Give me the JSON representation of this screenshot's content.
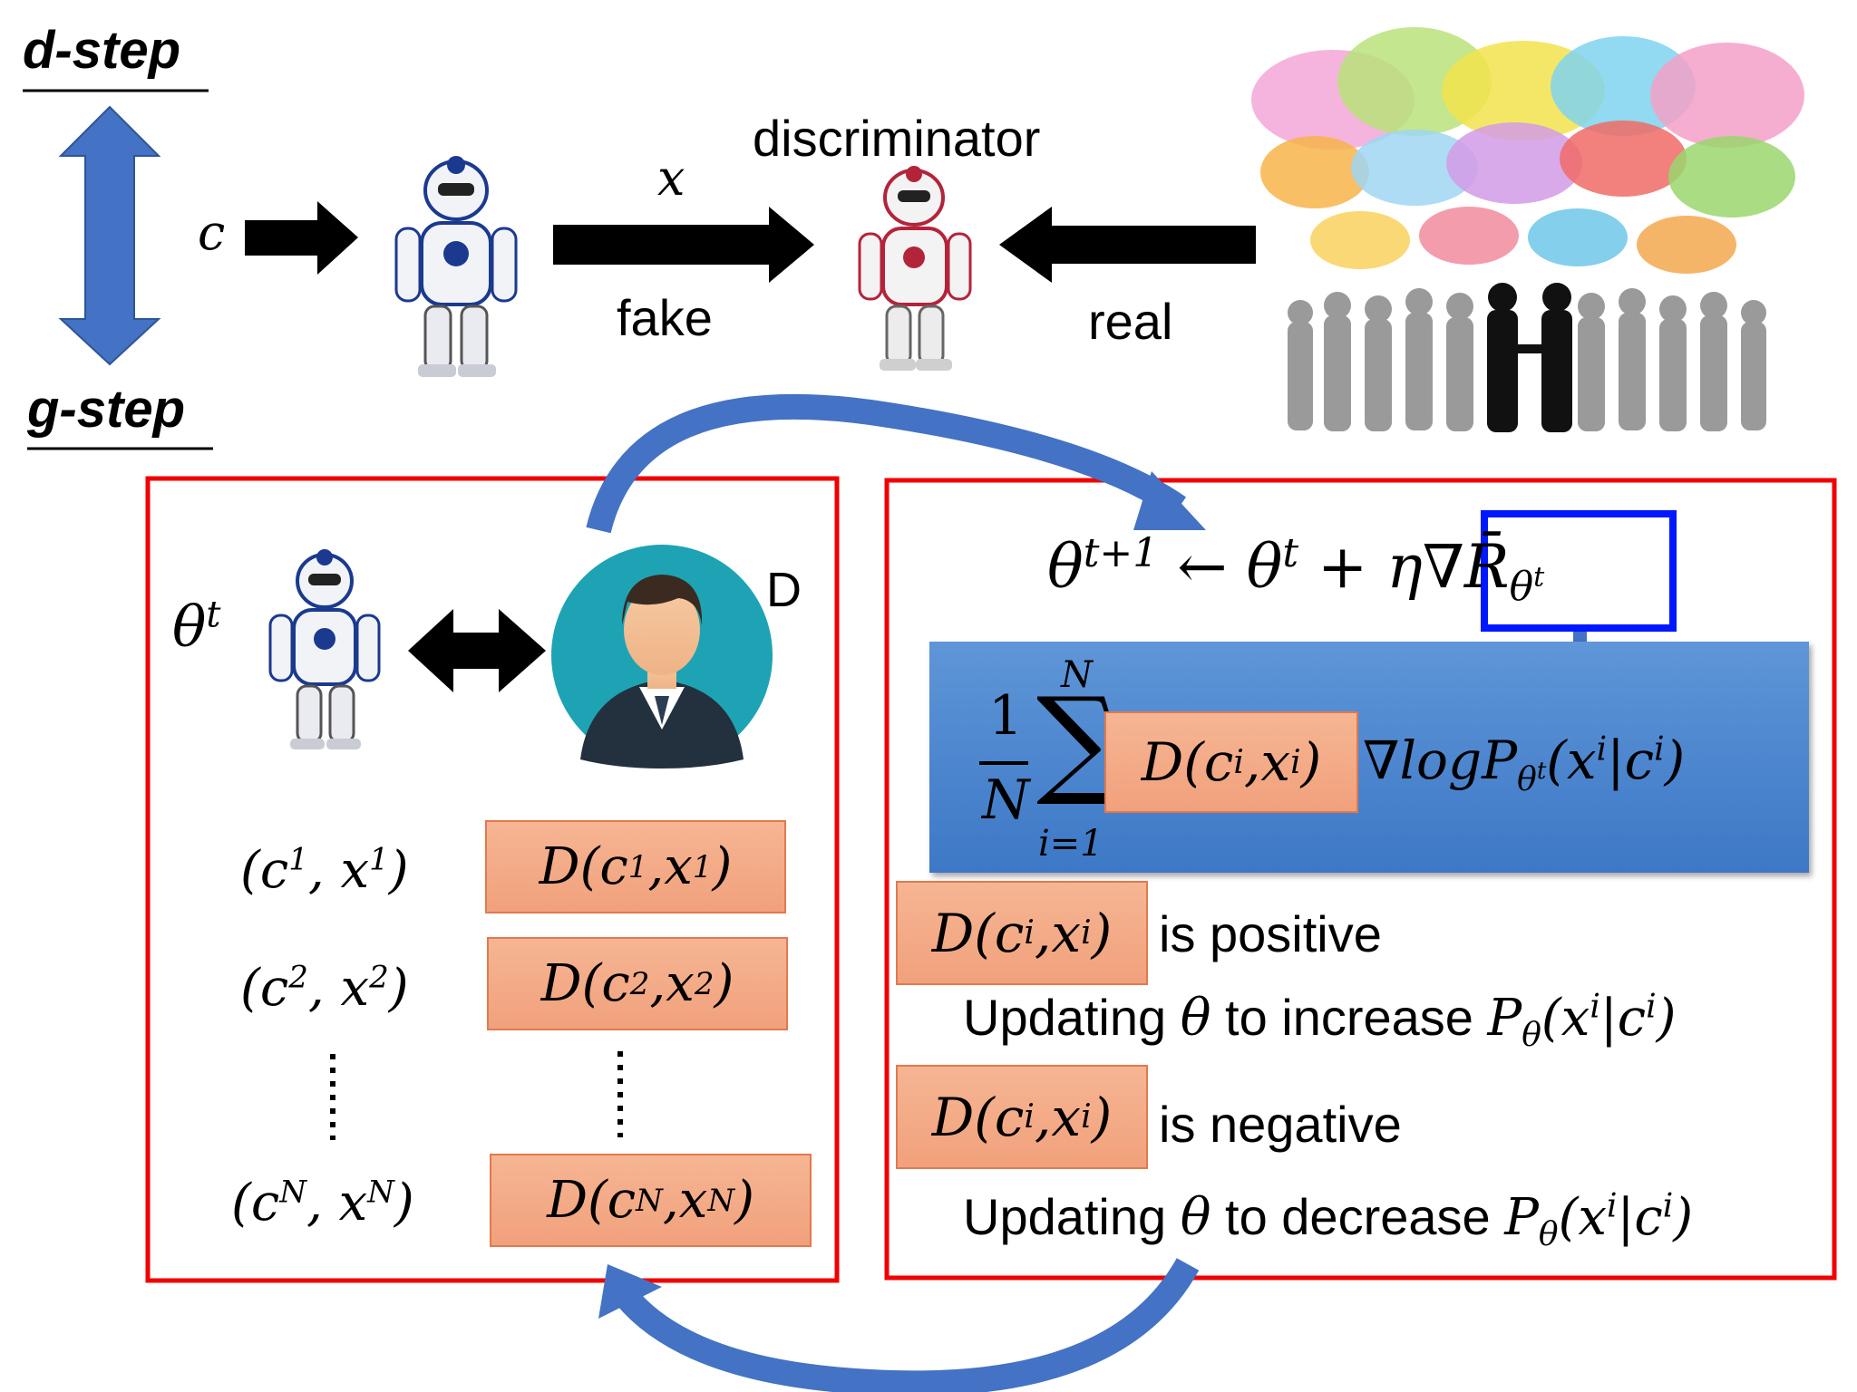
{
  "steps": {
    "d_step": "d-step",
    "g_step": "g-step"
  },
  "top": {
    "c_label": "c",
    "x_label": "x",
    "discriminator_label": "discriminator",
    "fake_label": "fake",
    "real_label": "real"
  },
  "left_box": {
    "theta_label": "θt",
    "d_label": "D",
    "pairs": [
      {
        "pair": "(c1, x1)",
        "score": "D(c1, x1)"
      },
      {
        "pair": "(c2, x2)",
        "score": "D(c2, x2)"
      },
      {
        "pair": "(cN, xN)",
        "score": "D(cN, xN)"
      }
    ]
  },
  "right_box": {
    "update_rule": "θt+1 ← θt + η∇R̄θt",
    "gradient_formula": "1/N Σ(i=1..N) D(ci, xi) ∇logPθt(xi|ci)",
    "positive_label": "is positive",
    "positive_update": "Updating θ to increase Pθ(xi|ci)",
    "negative_label": "is negative",
    "negative_update": "Updating θ to decrease Pθ(xi|ci)",
    "d_term": "D(ci, xi)"
  },
  "colors": {
    "frame_red": "#f00000",
    "highlight_blue": "#0018ff",
    "band_blue": "#3d78c6",
    "orange_fill": "#f4ab88",
    "arrow_blue": "#4472c4"
  }
}
